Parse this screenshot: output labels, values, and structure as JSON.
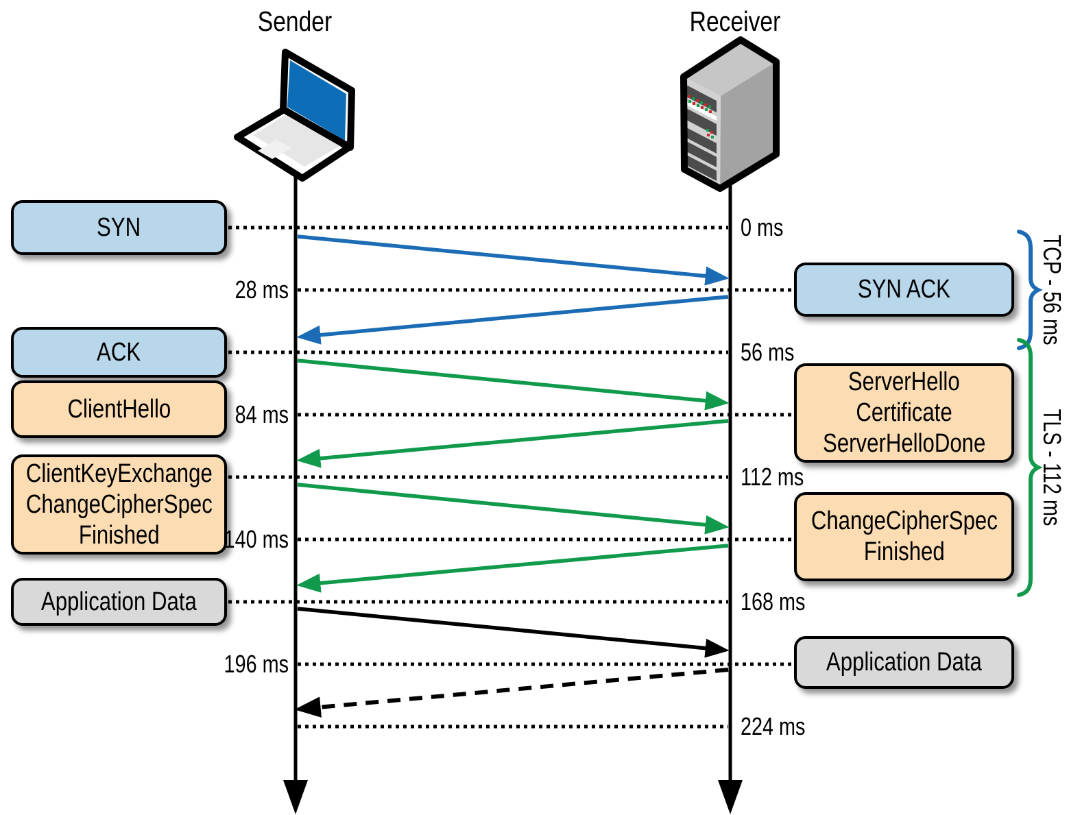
{
  "actors": {
    "sender": "Sender",
    "receiver": "Receiver"
  },
  "left_messages": [
    {
      "type": "tcp",
      "lines": [
        "SYN"
      ]
    },
    {
      "type": "tcp",
      "lines": [
        "ACK"
      ]
    },
    {
      "type": "tls",
      "lines": [
        "ClientHello"
      ]
    },
    {
      "type": "tls",
      "lines": [
        "ClientKeyExchange",
        "ChangeCipherSpec",
        "Finished"
      ]
    },
    {
      "type": "data",
      "lines": [
        "Application Data"
      ]
    }
  ],
  "right_messages": [
    {
      "type": "tcp",
      "lines": [
        "SYN ACK"
      ]
    },
    {
      "type": "tls",
      "lines": [
        "ServerHello",
        "Certificate",
        "ServerHelloDone"
      ]
    },
    {
      "type": "tls",
      "lines": [
        "ChangeCipherSpec",
        "Finished"
      ]
    },
    {
      "type": "data",
      "lines": [
        "Application Data"
      ]
    }
  ],
  "ticks_right": [
    "0 ms",
    "56 ms",
    "112 ms",
    "168 ms",
    "224 ms"
  ],
  "ticks_left": [
    "28 ms",
    "84 ms",
    "140 ms",
    "196 ms"
  ],
  "braces": {
    "tcp": "TCP - 56 ms",
    "tls": "TLS - 112 ms"
  },
  "colors": {
    "tcp_box": "#b9d7eb",
    "tls_box": "#fcdcb2",
    "data_box": "#d9d9d9",
    "tcp_arrow": "#1b6cb5",
    "tls_arrow": "#119a4c",
    "app_arrow": "#000000",
    "laptop_screen": "#0e6db7"
  }
}
